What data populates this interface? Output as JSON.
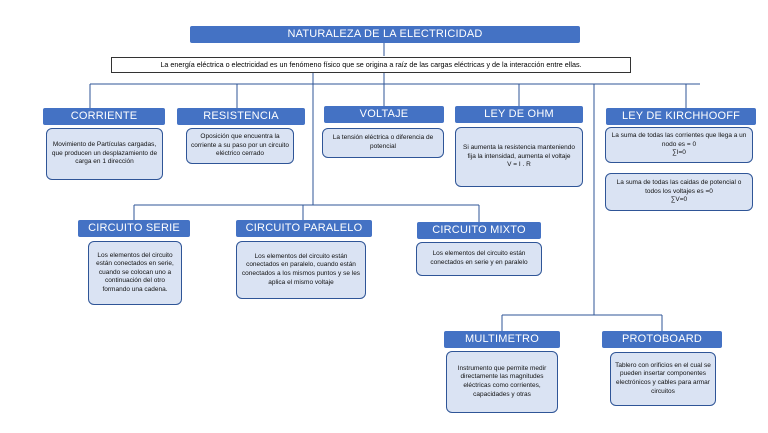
{
  "title": "NATURALEZA DE LA ELECTRICIDAD",
  "definition": "La energía eléctrica o electricidad es un fenómeno físico que se origina a raíz de las cargas eléctricas y de la interacción entre ellas.",
  "nodes": {
    "corriente": {
      "title": "CORRIENTE",
      "text": "Movimiento de Partículas cargadas, que producen un desplazamiento de carga en 1 dirección"
    },
    "resistencia": {
      "title": "RESISTENCIA",
      "text": "Oposición que encuentra la corriente a su paso por un circuito eléctrico cerrado"
    },
    "voltaje": {
      "title": "VOLTAJE",
      "text": "La tensión eléctrica o diferencia de potencial"
    },
    "ley_ohm": {
      "title": "LEY DE OHM",
      "text": "Si aumenta la resistencia manteniendo fija la intensidad, aumenta el voltaje\nV = I . R"
    },
    "kirchhoff": {
      "title": "LEY DE KIRCHHOOFF",
      "text1": "La suma de todas las corrientes que llega a un nodo es = 0\n∑I=0",
      "text2": "La suma de todas las caidas de potencial o todos los voltajes es =0\n∑V=0"
    },
    "serie": {
      "title": "CIRCUITO SERIE",
      "text": "Los elementos del circuito están conectados en serie, cuando se colocan uno a continuación del otro formando una cadena."
    },
    "paralelo": {
      "title": "CIRCUITO PARALELO",
      "text": "Los elementos del circuito están conectados en paralelo, cuando están conectados a los mismos puntos y se les aplica el mismo voltaje"
    },
    "mixto": {
      "title": "CIRCUITO MIXTO",
      "text": "Los elementos del circuito están conectados en serie y en paralelo"
    },
    "multimetro": {
      "title": "MULTIMETRO",
      "text": "Instrumento que permite medir directamente las magnitudes eléctricas como corrientes, capacidades y otras"
    },
    "protoboard": {
      "title": "PROTOBOARD",
      "text": "Tablero con orificios en el cual se pueden insertar componentes electrónicos y cables para armar circuitos"
    }
  },
  "colors": {
    "header": "#4472c4",
    "box": "#dae3f3",
    "border": "#2f5597",
    "line": "#2f5597"
  }
}
